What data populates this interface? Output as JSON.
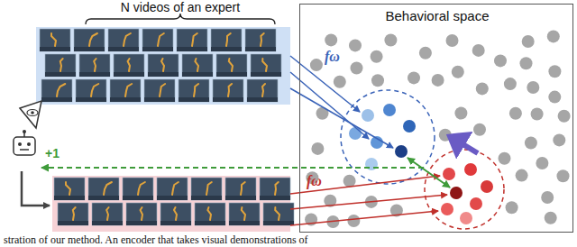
{
  "diagram": {
    "nodes": [
      {
        "text": [
          "Behavioral space"
        ]
      }
    ],
    "labels": [
      "N videos of an expert",
      "+1",
      "fω",
      "fω",
      "stration of our method. An encoder that takes visual demonstrations of"
    ]
  }
}
